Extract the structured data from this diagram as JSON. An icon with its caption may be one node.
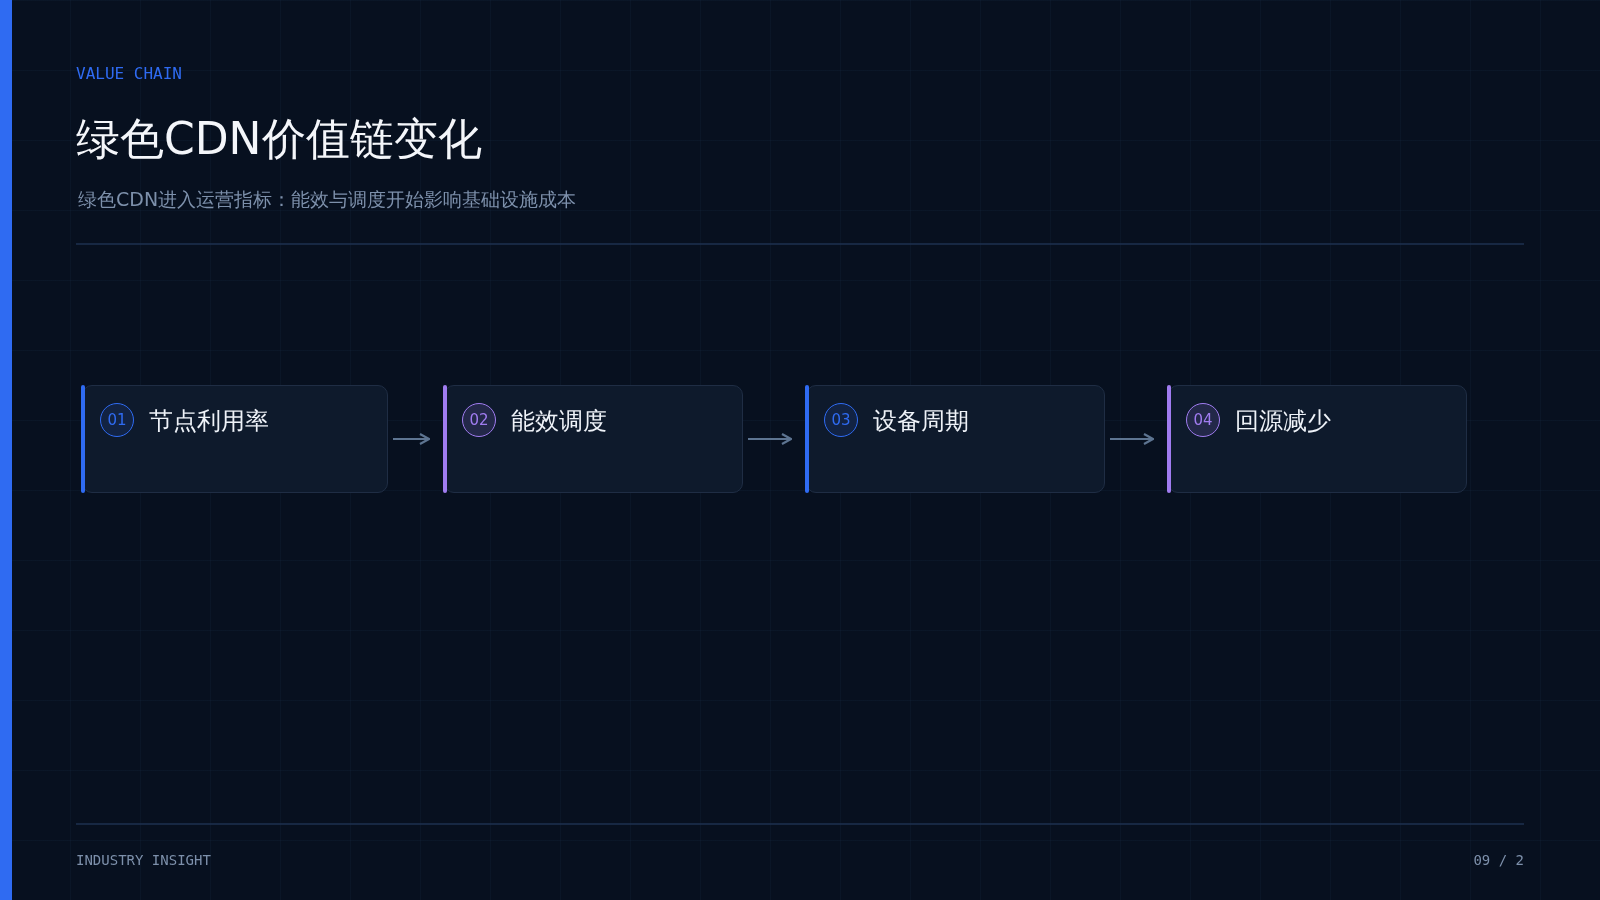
{
  "diagram": {
    "title": "绿色CDN价值链变化",
    "nodes": [
      {
        "text": [
          "01",
          "节点利用率"
        ]
      },
      {
        "text": [
          "02",
          "能效调度"
        ]
      },
      {
        "text": [
          "03",
          "设备周期"
        ]
      },
      {
        "text": [
          "04",
          "回源减少"
        ]
      }
    ],
    "edges": [
      {
        "from": 0,
        "to": 1,
        "arrow": "to"
      },
      {
        "from": 1,
        "to": 2,
        "arrow": "to"
      },
      {
        "from": 2,
        "to": 3,
        "arrow": "to"
      }
    ],
    "labels": [
      "VALUE CHAIN",
      "绿色CDN进入运营指标：能效与调度开始影响基础设施成本",
      "INDUSTRY INSIGHT",
      "09 / 2"
    ]
  }
}
